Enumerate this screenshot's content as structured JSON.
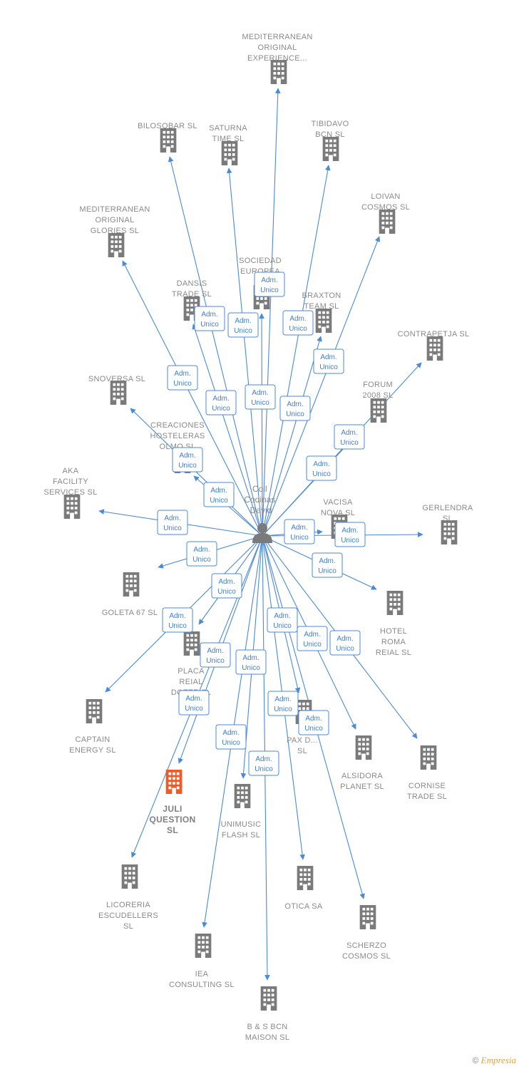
{
  "center": {
    "label_lines": [
      "Coll",
      "Codinas",
      "David"
    ],
    "icon": "person-icon"
  },
  "relation_label_lines": [
    "Adm.",
    "Unico"
  ],
  "colors": {
    "edge": "#4a8ad8",
    "building": "#7a7a7a",
    "building_highlight": "#f05a28"
  },
  "companies": [
    {
      "id": "mediterranean-original-experience",
      "lines": [
        "MEDITERRANEAN",
        "ORIGINAL",
        "EXPERIENCE..."
      ],
      "icon": "building-icon"
    },
    {
      "id": "bilosobar",
      "lines": [
        "BILOSOBAR  SL"
      ],
      "icon": "building-icon"
    },
    {
      "id": "saturna-time",
      "lines": [
        "SATURNA",
        "TIME SL"
      ],
      "icon": "building-icon"
    },
    {
      "id": "tibidavo-bcn",
      "lines": [
        "TIBIDAVO",
        "BCN SL"
      ],
      "icon": "building-icon"
    },
    {
      "id": "loivan-cosmos",
      "lines": [
        "LOIVAN",
        "COSMOS SL"
      ],
      "icon": "building-icon"
    },
    {
      "id": "mediterranean-original-glories",
      "lines": [
        "MEDITERRANEAN",
        "ORIGINAL",
        "GLORIES  SL"
      ],
      "icon": "building-icon"
    },
    {
      "id": "sociedad-europea",
      "lines": [
        "SOCIEDAD",
        "EUROPEA",
        "D..."
      ],
      "icon": "building-icon"
    },
    {
      "id": "dansis-trade",
      "lines": [
        "DANSIS",
        "TRADE  SL"
      ],
      "icon": "building-icon"
    },
    {
      "id": "braxton-team",
      "lines": [
        "BRAXTON",
        "TEAM SL"
      ],
      "icon": "building-icon"
    },
    {
      "id": "contrapetja",
      "lines": [
        "CONTRAPETJA SL"
      ],
      "icon": "building-icon"
    },
    {
      "id": "snoversa",
      "lines": [
        "SNOVERSA SL"
      ],
      "icon": "building-icon"
    },
    {
      "id": "forum-2008",
      "lines": [
        "FORUM",
        "2008  SL"
      ],
      "icon": "building-icon"
    },
    {
      "id": "creaciones-hosteleras-olmo",
      "lines": [
        "CREACIONES",
        "HOSTELERAS",
        "OLMO SL"
      ],
      "icon": "building-icon"
    },
    {
      "id": "aka-facility-services",
      "lines": [
        "AKA",
        "FACILITY",
        "SERVICES  SL"
      ],
      "icon": "building-icon"
    },
    {
      "id": "vacisa-nova",
      "lines": [
        "VACISA",
        "NOVA SL"
      ],
      "icon": "building-icon"
    },
    {
      "id": "gerlendra",
      "lines": [
        "GERLENDRA",
        "SL"
      ],
      "icon": "building-icon"
    },
    {
      "id": "goleta-67",
      "lines": [
        "GOLETA 67  SL"
      ],
      "icon": "building-icon"
    },
    {
      "id": "hotel-roma-reial",
      "lines": [
        "HOTEL",
        "ROMA",
        "REIAL SL"
      ],
      "icon": "building-icon"
    },
    {
      "id": "placa-reial-dotze",
      "lines": [
        "PLACA",
        "REIAL",
        "DOTZE SL"
      ],
      "icon": "building-icon"
    },
    {
      "id": "captain-energy",
      "lines": [
        "CAPTAIN",
        "ENERGY SL"
      ],
      "icon": "building-icon"
    },
    {
      "id": "pax-d",
      "lines": [
        "PAX D...",
        "SL"
      ],
      "icon": "building-icon"
    },
    {
      "id": "alsidora-planet",
      "lines": [
        "ALSIDORA",
        "PLANET SL"
      ],
      "icon": "building-icon"
    },
    {
      "id": "cornise-trade",
      "lines": [
        "CORNISE",
        "TRADE  SL"
      ],
      "icon": "building-icon"
    },
    {
      "id": "juli-question",
      "lines": [
        "JULI",
        "QUESTION",
        "SL"
      ],
      "icon": "building-icon",
      "highlight": true
    },
    {
      "id": "unimusic-flash",
      "lines": [
        "UNIMUSIC",
        "FLASH  SL"
      ],
      "icon": "building-icon"
    },
    {
      "id": "licoreria-escudellers",
      "lines": [
        "LICORERIA",
        "ESCUDELLERS",
        "SL"
      ],
      "icon": "building-icon"
    },
    {
      "id": "otica-sa",
      "lines": [
        "OTICA SA"
      ],
      "icon": "building-icon"
    },
    {
      "id": "scherzo-cosmos",
      "lines": [
        "SCHERZO",
        "COSMOS SL"
      ],
      "icon": "building-icon"
    },
    {
      "id": "iea-consulting",
      "lines": [
        "IEA",
        "CONSULTING SL"
      ],
      "icon": "building-icon"
    },
    {
      "id": "b-s-bcn-maison",
      "lines": [
        "B & S BCN",
        "MAISON  SL"
      ],
      "icon": "building-icon"
    }
  ],
  "watermark": {
    "symbol": "©",
    "brand": "Empresia"
  }
}
